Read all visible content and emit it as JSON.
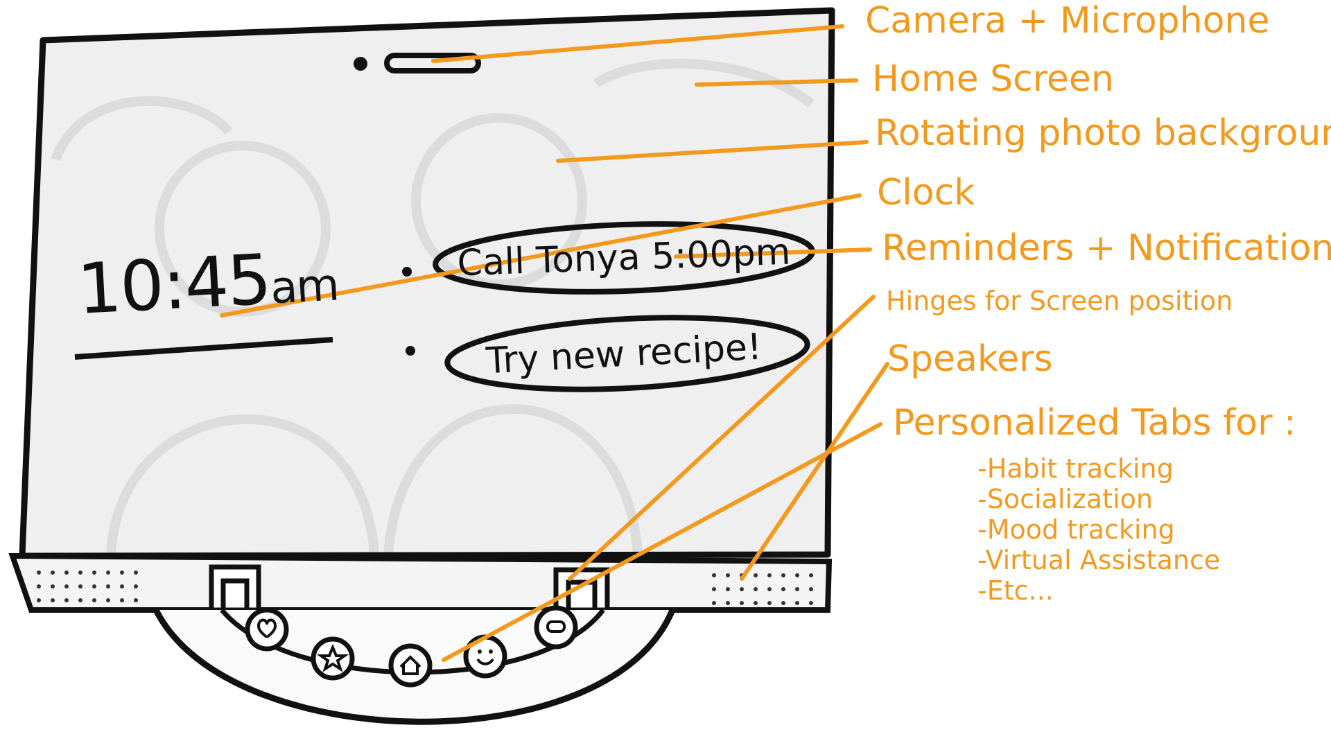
{
  "screen": {
    "clock": {
      "time": "10:45",
      "ampm": "am"
    },
    "reminders": [
      "Call Tonya 5:00pm",
      "Try new recipe!"
    ]
  },
  "tab_icons": [
    "heart-icon",
    "star-icon",
    "home-icon",
    "smiley-icon",
    "chat-icon"
  ],
  "annotations": {
    "camera": "Camera + Microphone",
    "home_screen": "Home Screen",
    "rotating_background": "Rotating photo background",
    "clock": "Clock",
    "reminders": "Reminders + Notifications",
    "hinges": "Hinges for Screen position",
    "speakers": "Speakers",
    "tabs_title": "Personalized Tabs for :",
    "tabs_items": [
      "-Habit tracking",
      "-Socialization",
      "-Mood tracking",
      "-Virtual Assistance",
      "-Etc..."
    ]
  },
  "colors": {
    "annotation": "#f39a1e",
    "sketch": "#111111",
    "screen_bg": "#eeeeee"
  }
}
